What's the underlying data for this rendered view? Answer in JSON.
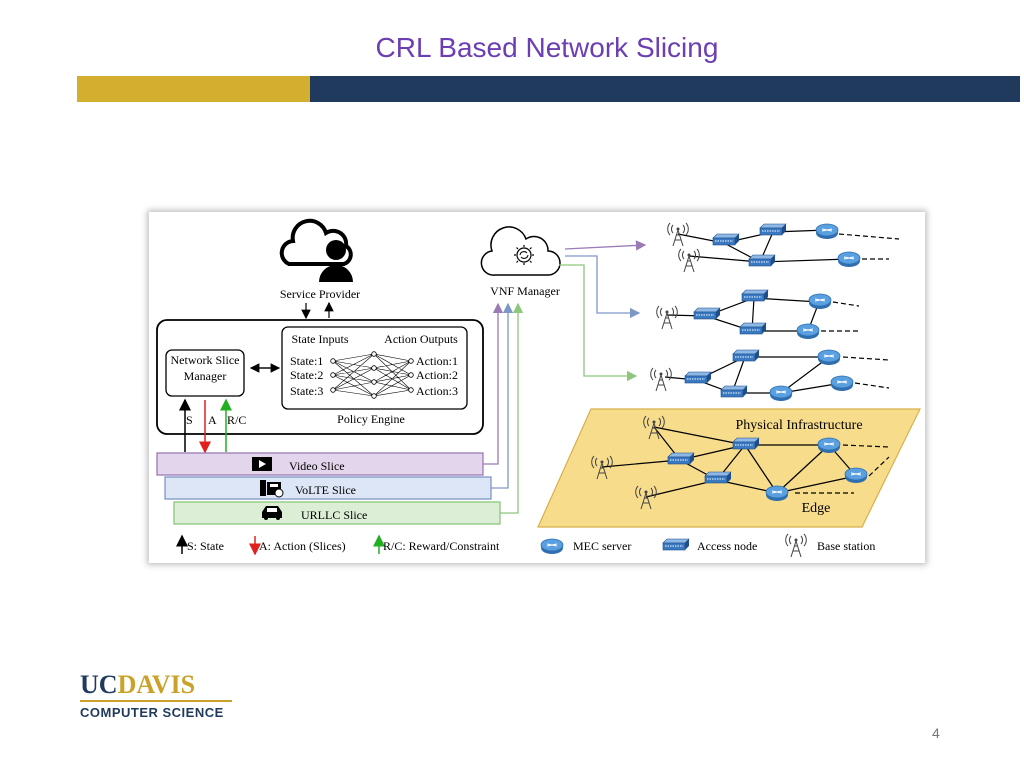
{
  "slide": {
    "title": "CRL Based Network Slicing",
    "page_number": "4"
  },
  "logo": {
    "uc": "UC",
    "davis": "DAVIS",
    "subtitle": "COMPUTER SCIENCE"
  },
  "colors": {
    "title": "#6b3fb3",
    "bar_gold": "#d4ae2e",
    "bar_navy": "#1f3a5c",
    "video_slice": "#e3d6ec",
    "volte_slice": "#dde6f6",
    "urllc_slice": "#dcefd6",
    "physical_infrastructure": "#f7dc8c",
    "state_arrow": "#000000",
    "action_arrow": "#e0201c",
    "reward_arrow": "#22b022"
  },
  "diagram": {
    "service_provider": "Service Provider",
    "vnf_manager": "VNF Manager",
    "network_slice_manager": [
      "Network Slice",
      "Manager"
    ],
    "state_inputs": "State Inputs",
    "action_outputs": "Action Outputs",
    "states": [
      "State:1",
      "State:2",
      "State:3"
    ],
    "actions": [
      "Action:1",
      "Action:2",
      "Action:3"
    ],
    "policy_engine": "Policy Engine",
    "s_label": "S",
    "a_label": "A",
    "rc_label": "R/C",
    "slices": [
      "Video Slice",
      "VoLTE Slice",
      "URLLC Slice"
    ],
    "physical_infrastructure": "Physical Infrastructure",
    "edge": "Edge",
    "legend": {
      "state": "S: State",
      "action": "A: Action (Slices)",
      "reward": "R/C: Reward/Constraint",
      "mec": "MEC server",
      "access": "Access node",
      "base": "Base station"
    }
  }
}
